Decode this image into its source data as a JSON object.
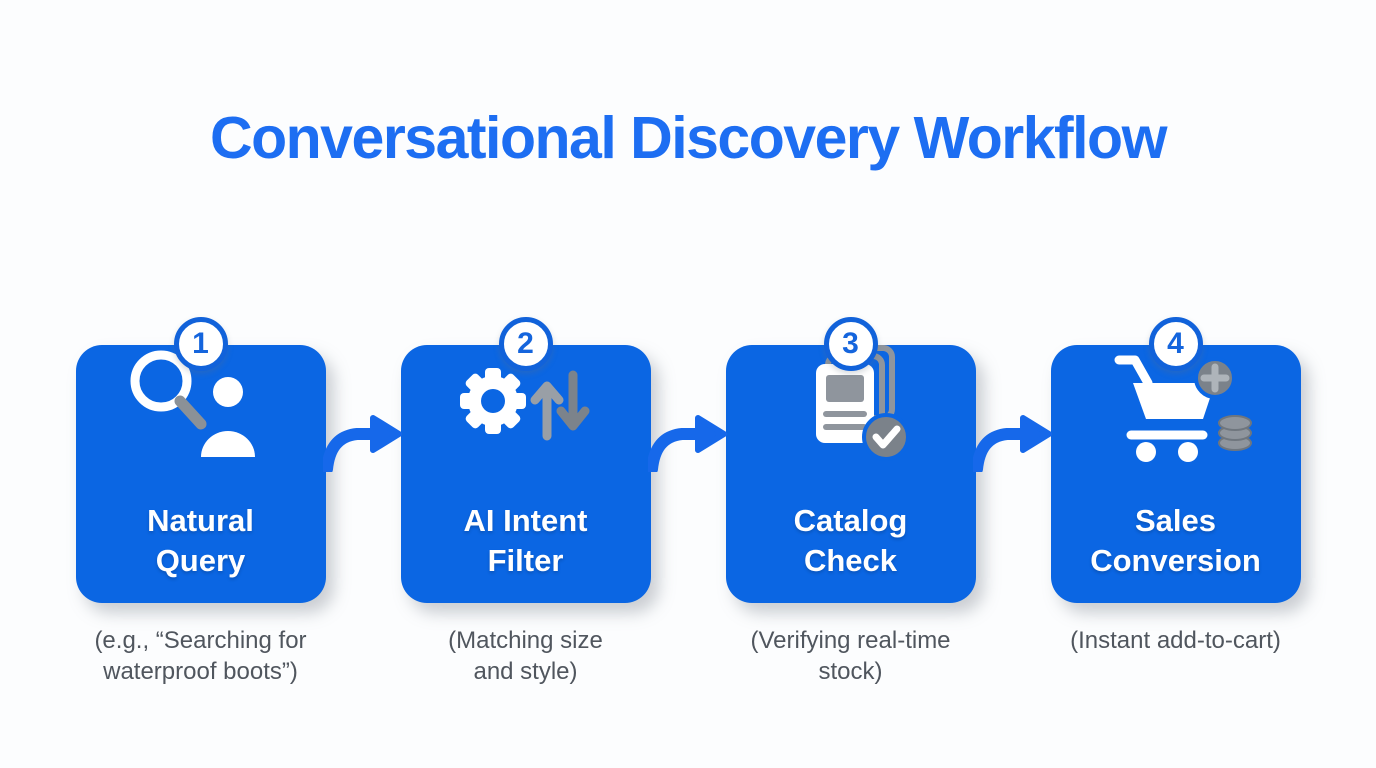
{
  "title": "Conversational Discovery Workflow",
  "steps": [
    {
      "number": "1",
      "label": "Natural\nQuery",
      "caption": "(e.g., “Searching for\nwaterproof boots”)",
      "icon": "search-user-icon"
    },
    {
      "number": "2",
      "label": "AI Intent\nFilter",
      "caption": "(Matching size\nand style)",
      "icon": "gear-sort-icon"
    },
    {
      "number": "3",
      "label": "Catalog\nCheck",
      "caption": "(Verifying real-time\nstock)",
      "icon": "catalog-check-icon"
    },
    {
      "number": "4",
      "label": "Sales\nConversion",
      "caption": "(Instant add-to-cart)",
      "icon": "cart-add-icon"
    }
  ],
  "colors": {
    "card_blue": "#0b66e3",
    "title_blue": "#1d6ef2",
    "arrow_blue": "#1668ea",
    "badge_ring_blue": "#1162da",
    "icon_gray": "#8f959d",
    "icon_gray_dark": "#7b828a",
    "caption_gray": "#50565e"
  }
}
